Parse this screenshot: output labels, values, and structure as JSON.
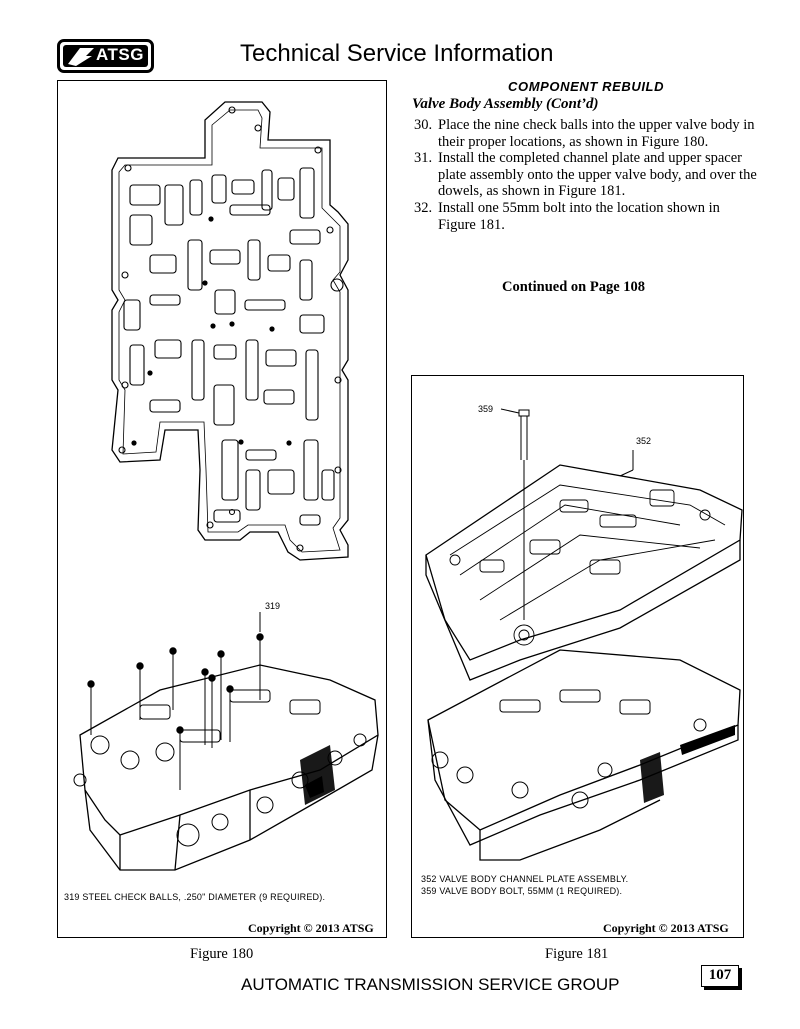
{
  "header": {
    "logo_text": "ATSG",
    "title": "Technical Service Information"
  },
  "section": {
    "title": "COMPONENT REBUILD",
    "subtitle": "Valve Body Assembly (Cont’d)"
  },
  "steps": [
    {
      "number": "30.",
      "text": "Place the nine check balls into the upper valve body in their proper locations, as shown in Figure 180."
    },
    {
      "number": "31.",
      "text": "Install the completed channel plate and upper spacer plate assembly onto the upper valve body, and over the dowels, as shown in Figure 181."
    },
    {
      "number": "32.",
      "text": "Install one 55mm bolt into the location shown in Figure 181."
    }
  ],
  "continued": "Continued on Page 108",
  "figure180": {
    "caption": "Figure 180",
    "callout": "319",
    "legend": "319  STEEL CHECK BALLS, .250\" DIAMETER  (9 REQUIRED).",
    "copyright": "Copyright © 2013 ATSG"
  },
  "figure181": {
    "caption": "Figure 181",
    "callouts": [
      "359",
      "352"
    ],
    "legend": [
      "352  VALVE BODY CHANNEL PLATE ASSEMBLY.",
      "359  VALVE BODY BOLT, 55MM  (1 REQUIRED)."
    ],
    "copyright": "Copyright © 2013 ATSG"
  },
  "footer": {
    "org": "AUTOMATIC TRANSMISSION SERVICE GROUP",
    "page_number": "107"
  },
  "icons": [
    "atsg-logo-icon"
  ]
}
